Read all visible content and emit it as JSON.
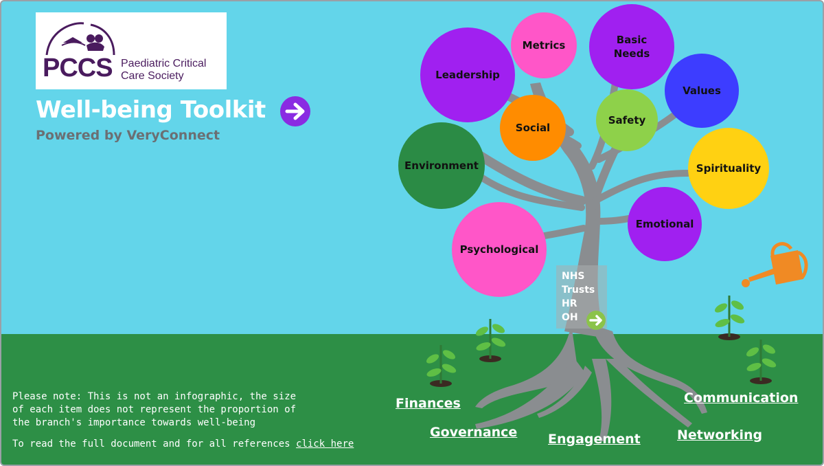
{
  "logo": {
    "short": "PCCS",
    "full_line1": "Paediatric Critical",
    "full_line2": "Care Society"
  },
  "header": {
    "title": "Well-being Toolkit",
    "subtitle": "Powered by VeryConnect",
    "arrow_icon": "arrow-right-icon"
  },
  "branches": [
    {
      "label": "Leadership",
      "color": "#a020f0"
    },
    {
      "label": "Metrics",
      "color": "#ff56c8"
    },
    {
      "label": "Basic Needs",
      "color": "#a020f0"
    },
    {
      "label": "Values",
      "color": "#3d3dff"
    },
    {
      "label": "Social",
      "color": "#ff8c00"
    },
    {
      "label": "Safety",
      "color": "#8ed14a"
    },
    {
      "label": "Environment",
      "color": "#2b8b45"
    },
    {
      "label": "Spirituality",
      "color": "#ffd112"
    },
    {
      "label": "Psychological",
      "color": "#ff56c8"
    },
    {
      "label": "Emotional",
      "color": "#a020f0"
    }
  ],
  "trunk_box": {
    "lines": [
      "NHS",
      "Trusts",
      "HR",
      "OH"
    ]
  },
  "roots": [
    {
      "label": "Finances"
    },
    {
      "label": "Governance"
    },
    {
      "label": "Engagement"
    },
    {
      "label": "Networking"
    },
    {
      "label": "Communication"
    }
  ],
  "note": {
    "text": "Please note: This is not an infographic, the size of each item does not represent the proportion of the branch's importance towards well-being",
    "read_prefix": "To read the full document and for all references",
    "link_label": "click here"
  },
  "colors": {
    "sky": "#63d5ea",
    "ground": "#2d8f46",
    "trunk": "#8a8d90",
    "brand_purple": "#4a1b5e",
    "arrow_purple": "#8a2be2",
    "subtitle_grey": "#6b6f73"
  }
}
